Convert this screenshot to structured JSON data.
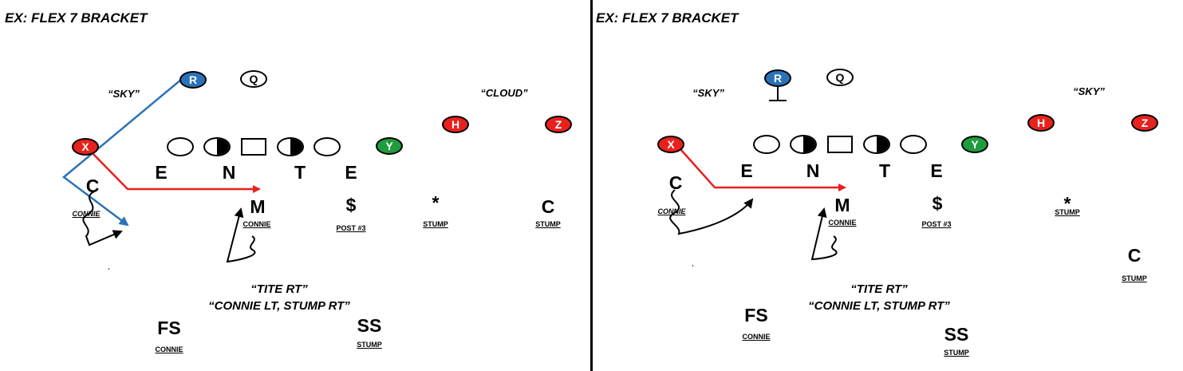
{
  "colors": {
    "red": "#e8211d",
    "blue": "#2a73b8",
    "green": "#1f9c3d",
    "line_red": "#e8211d",
    "line_blue": "#2a73b8"
  },
  "left": {
    "title": "EX: FLEX 7 BRACKET",
    "offense": {
      "r": "R",
      "q": "Q",
      "x": "X",
      "y": "Y",
      "h": "H",
      "z": "Z"
    },
    "calls": {
      "sky": "“SKY”",
      "cloud": "“CLOUD”",
      "tite": "“TITE RT”",
      "connie_stump": "“CONNIE LT, STUMP RT”"
    },
    "front": [
      "E",
      "N",
      "T",
      "E"
    ],
    "defenders": {
      "c_left": {
        "letter": "C",
        "label": "CONNIE"
      },
      "m": {
        "letter": "M",
        "label": "CONNIE"
      },
      "dollar": {
        "letter": "$",
        "label": "POST #3"
      },
      "star": {
        "letter": "*",
        "label": "STUMP"
      },
      "c_right": {
        "letter": "C",
        "label": "STUMP"
      },
      "fs": {
        "letter": "FS",
        "label": "CONNIE"
      },
      "ss": {
        "letter": "SS",
        "label": "STUMP"
      }
    }
  },
  "right": {
    "title": "EX: FLEX 7 BRACKET",
    "offense": {
      "r": "R",
      "q": "Q",
      "x": "X",
      "y": "Y",
      "h": "H",
      "z": "Z"
    },
    "calls": {
      "sky_left": "“SKY”",
      "sky_right": "“SKY”",
      "tite": "“TITE RT”",
      "connie_stump": "“CONNIE LT, STUMP RT”"
    },
    "front": [
      "E",
      "N",
      "T",
      "E"
    ],
    "defenders": {
      "c_left": {
        "letter": "C",
        "label": "CONNIE"
      },
      "m": {
        "letter": "M",
        "label": "CONNIE"
      },
      "dollar": {
        "letter": "$",
        "label": "POST #3"
      },
      "star": {
        "letter": "*",
        "label": "STUMP"
      },
      "c_right": {
        "letter": "C",
        "label": "STUMP"
      },
      "fs": {
        "letter": "FS",
        "label": "CONNIE"
      },
      "ss": {
        "letter": "SS",
        "label": "STUMP"
      }
    }
  }
}
